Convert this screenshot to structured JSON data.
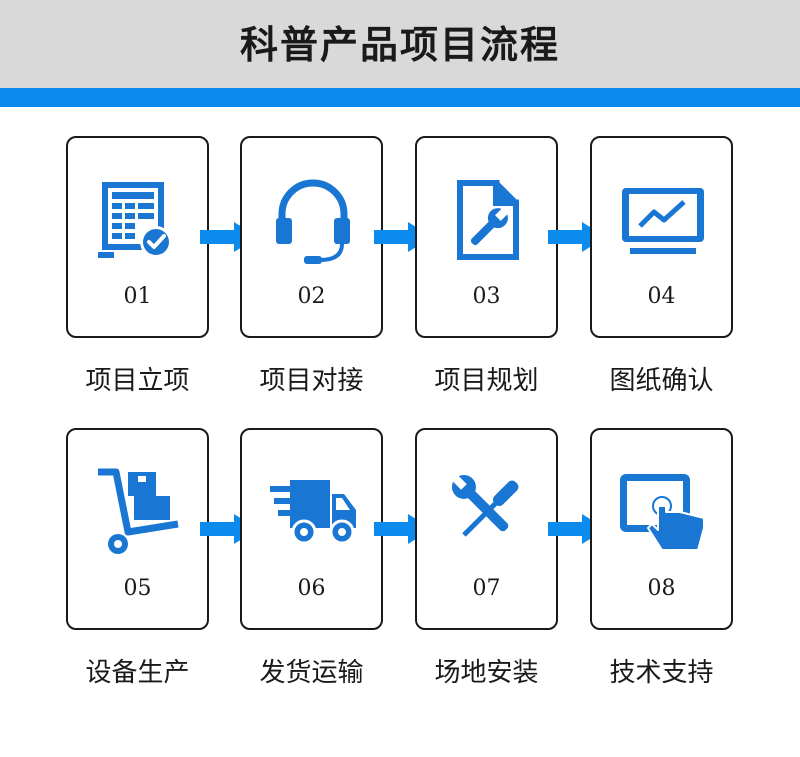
{
  "header": {
    "title": "科普产品项目流程"
  },
  "colors": {
    "accent": "#0b8bee",
    "icon": "#1976d2",
    "header_bg": "#d9d9d9"
  },
  "steps": [
    {
      "number": "01",
      "label": "项目立项",
      "icon": "spreadsheet-check-icon"
    },
    {
      "number": "02",
      "label": "项目对接",
      "icon": "headset-icon"
    },
    {
      "number": "03",
      "label": "项目规划",
      "icon": "document-wrench-icon"
    },
    {
      "number": "04",
      "label": "图纸确认",
      "icon": "monitor-chart-icon"
    },
    {
      "number": "05",
      "label": "设备生产",
      "icon": "hand-truck-icon"
    },
    {
      "number": "06",
      "label": "发货运输",
      "icon": "delivery-truck-icon"
    },
    {
      "number": "07",
      "label": "场地安装",
      "icon": "tools-icon"
    },
    {
      "number": "08",
      "label": "技术支持",
      "icon": "touch-screen-icon"
    }
  ]
}
